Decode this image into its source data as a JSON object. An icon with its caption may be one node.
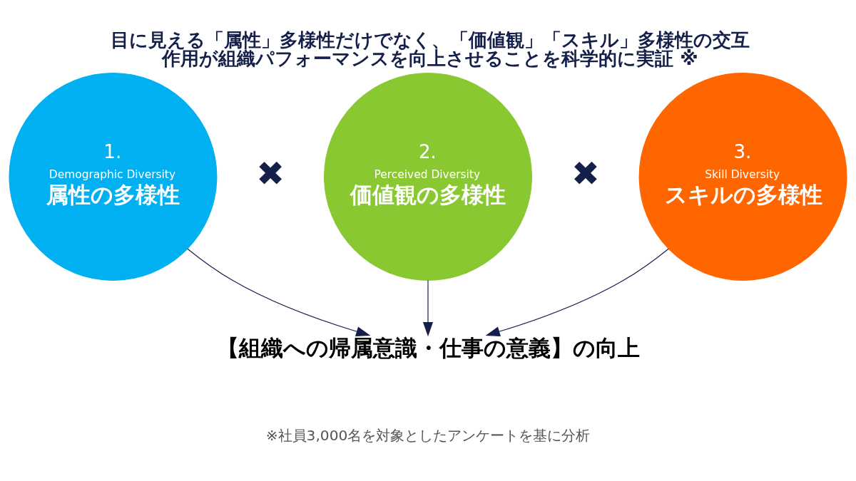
{
  "diagram": {
    "title": "目に見える「属性」多様性だけでなく、「価値観」「スキル」多様性の交互作用が組織パフォーマンスを向上させることを科学的に実証 ※",
    "nodes": [
      {
        "text": [
          "1.",
          "Demographic Diversity",
          "属性の多様性"
        ]
      },
      {
        "text": [
          "2.",
          "Perceived Diversity",
          "価値観の多様性"
        ]
      },
      {
        "text": [
          "3.",
          "Skill Diversity",
          "スキルの多様性"
        ]
      },
      {
        "text": [
          "【組織への帰属意識・仕事の意義】の向上"
        ]
      }
    ],
    "edges": [
      {
        "from": 0,
        "to": 3,
        "arrow": "to"
      },
      {
        "from": 1,
        "to": 3,
        "arrow": "to"
      },
      {
        "from": 2,
        "to": 3,
        "arrow": "to"
      }
    ],
    "labels": [
      "✖",
      "✖",
      "※社員3,000名を対象としたアンケートを基に分析"
    ]
  }
}
